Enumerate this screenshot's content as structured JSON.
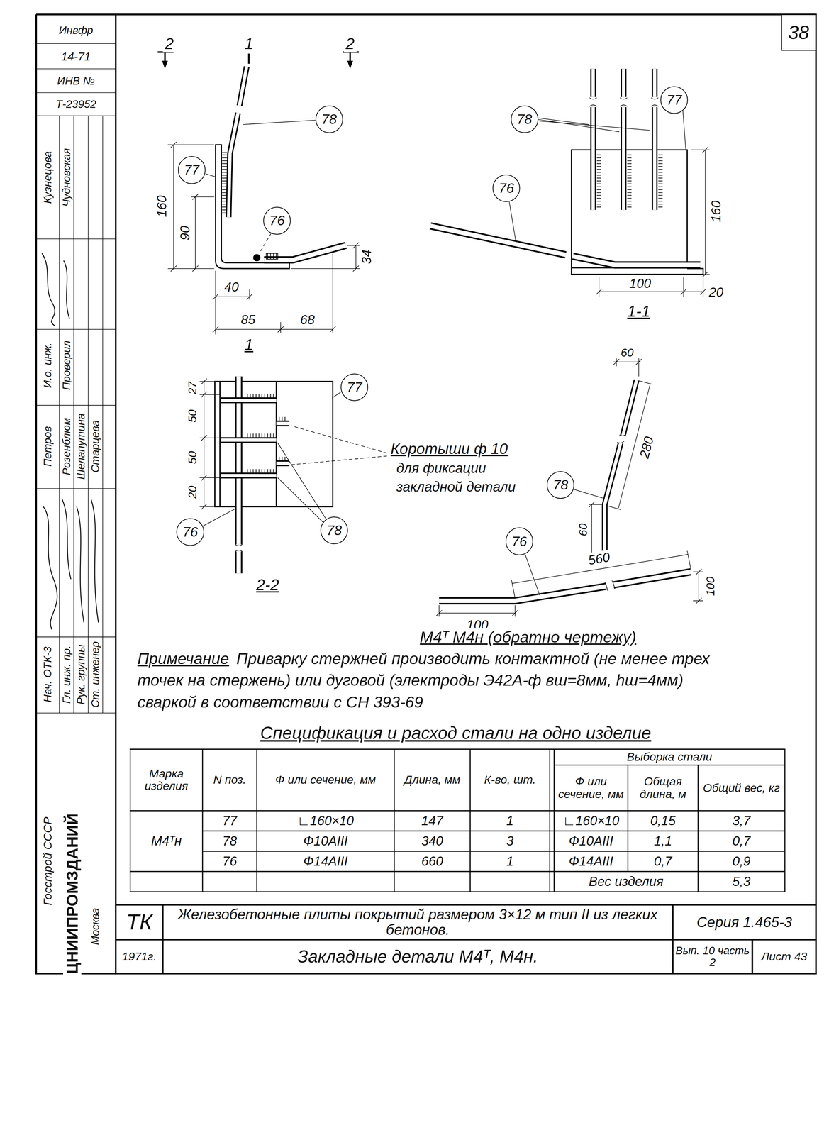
{
  "diagram": {
    "nodes": [
      {
        "text": [
          "38"
        ]
      },
      {
        "text": [
          "77"
        ]
      },
      {
        "text": [
          "78"
        ]
      },
      {
        "text": [
          "78"
        ]
      },
      {
        "text": [
          "77"
        ]
      },
      {
        "text": [
          "76"
        ]
      },
      {
        "text": [
          "76"
        ]
      },
      {
        "text": [
          "77"
        ]
      },
      {
        "text": [
          "78"
        ]
      },
      {
        "text": [
          "78"
        ]
      },
      {
        "text": [
          "76"
        ]
      },
      {
        "text": [
          "76"
        ]
      }
    ],
    "labels": [
      "Инвфр",
      "14-71",
      "ИНВ №",
      "Т-23952",
      "Кузнецова",
      "Чудновская",
      "И.о. инж.",
      "Проверил",
      "Петров",
      "Розенблюм",
      "Шелапутина",
      "Старцева",
      "Нач. ОТК-3",
      "Гл. инж. пр.",
      "Рук. группы",
      "Ст. инженер",
      "Госстрой СССР",
      "ЦНИИПРОМЗДАНИЙ",
      "Москва",
      "2",
      "1",
      "2",
      "160",
      "90",
      "34",
      "40",
      "85",
      "68",
      "1",
      "160",
      "100",
      "20",
      "1-1",
      "27",
      "50",
      "50",
      "20",
      "Коротыши ф 10",
      "для фиксации закладной детали",
      "2-2",
      "60",
      "280",
      "60",
      "560",
      "100",
      "100",
      "М4ᵀ М4н (обратно чертежу)",
      "Примечание",
      "Приварку стержней производить контактной (не менее трех точек на стержень) или дуговой (электроды Э42А-ф вш=8мм, hш=4мм) сваркой в соответствии с СН 393-69",
      "Спецификация и расход стали на одно изделие",
      "Марка изделия",
      "N поз.",
      "Ф или сечение, мм",
      "Длина, мм",
      "К-во, шт.",
      "Выборка стали",
      "Ф или сечение, мм",
      "Общая длина, м",
      "Общий вес, кг",
      "М4ᵀн",
      "77",
      "∟160×10",
      "147",
      "1",
      "∟160×10",
      "0,15",
      "3,7",
      "78",
      "Ф10АIII",
      "340",
      "3",
      "Ф10АIII",
      "1,1",
      "0,7",
      "76",
      "Ф14АIII",
      "660",
      "1",
      "Ф14АIII",
      "0,7",
      "0,9",
      "Вес изделия",
      "5,3",
      "ТК",
      "Железобетонные плиты покрытий размером 3×12 м тип II из легких бетонов.",
      "Серия 1.465-3",
      "1971г.",
      "Закладные детали М4ᵀ, М4н.",
      "Вып. 10 часть 2",
      "Лист 43"
    ]
  }
}
